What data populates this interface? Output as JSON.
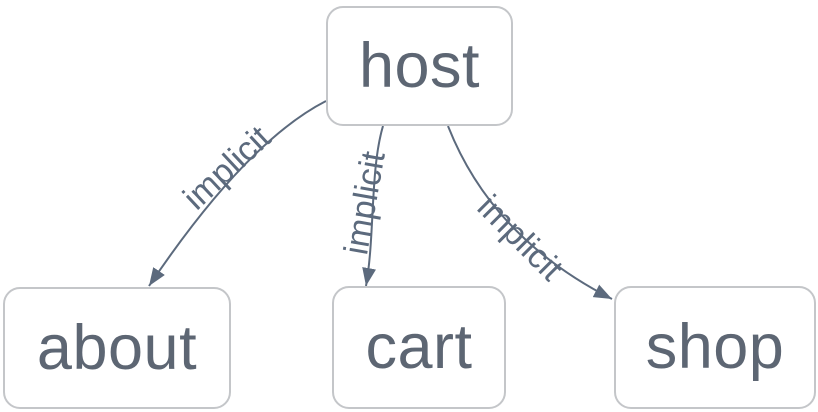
{
  "diagram": {
    "type": "dependency-graph",
    "nodes": [
      {
        "id": "host",
        "label": "host"
      },
      {
        "id": "about",
        "label": "about"
      },
      {
        "id": "cart",
        "label": "cart"
      },
      {
        "id": "shop",
        "label": "shop"
      }
    ],
    "edges": [
      {
        "from": "host",
        "to": "about",
        "label": "implicit"
      },
      {
        "from": "host",
        "to": "cart",
        "label": "implicit"
      },
      {
        "from": "host",
        "to": "shop",
        "label": "implicit"
      }
    ],
    "colors": {
      "background": "#ffffff",
      "node_fill": "#ffffff",
      "node_border": "#c4c6c9",
      "node_text": "#5d6673",
      "edge": "#5c6a7d",
      "edge_label": "#5c6a7d"
    }
  }
}
